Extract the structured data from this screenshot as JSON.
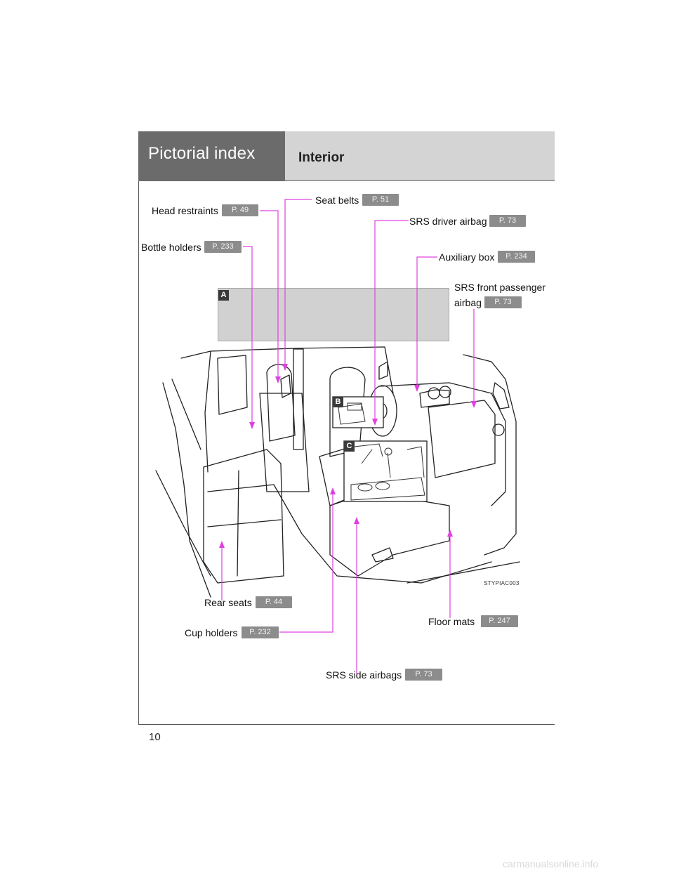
{
  "header": {
    "section": "Pictorial index",
    "title": "Interior"
  },
  "callouts": [
    {
      "label": "Seat belts",
      "ref": "P. 51"
    },
    {
      "label": "Head restraints",
      "ref": "P. 49"
    },
    {
      "label": "SRS driver airbag",
      "ref": "P. 73"
    },
    {
      "label": "Bottle holders",
      "ref": "P. 233"
    },
    {
      "label": "Auxiliary box",
      "ref": "P. 234"
    },
    {
      "label": "SRS front passenger",
      "label2": "airbag",
      "ref": "P. 73"
    },
    {
      "label": "Rear seats",
      "ref": "P. 44"
    },
    {
      "label": "Cup holders",
      "ref": "P. 232"
    },
    {
      "label": "Floor mats",
      "ref": "P. 247"
    },
    {
      "label": "SRS side airbags",
      "ref": "P. 73"
    }
  ],
  "figure": {
    "badges": [
      "A",
      "B",
      "C"
    ],
    "code": "STYPIAC003"
  },
  "page_number": "10",
  "watermark": "carmanualsonline.info",
  "colors": {
    "leader_line": "#e040e0",
    "header_dark": "#6b6b6b",
    "header_light": "#d4d4d4",
    "page_ref_bg": "#8c8c8c"
  }
}
